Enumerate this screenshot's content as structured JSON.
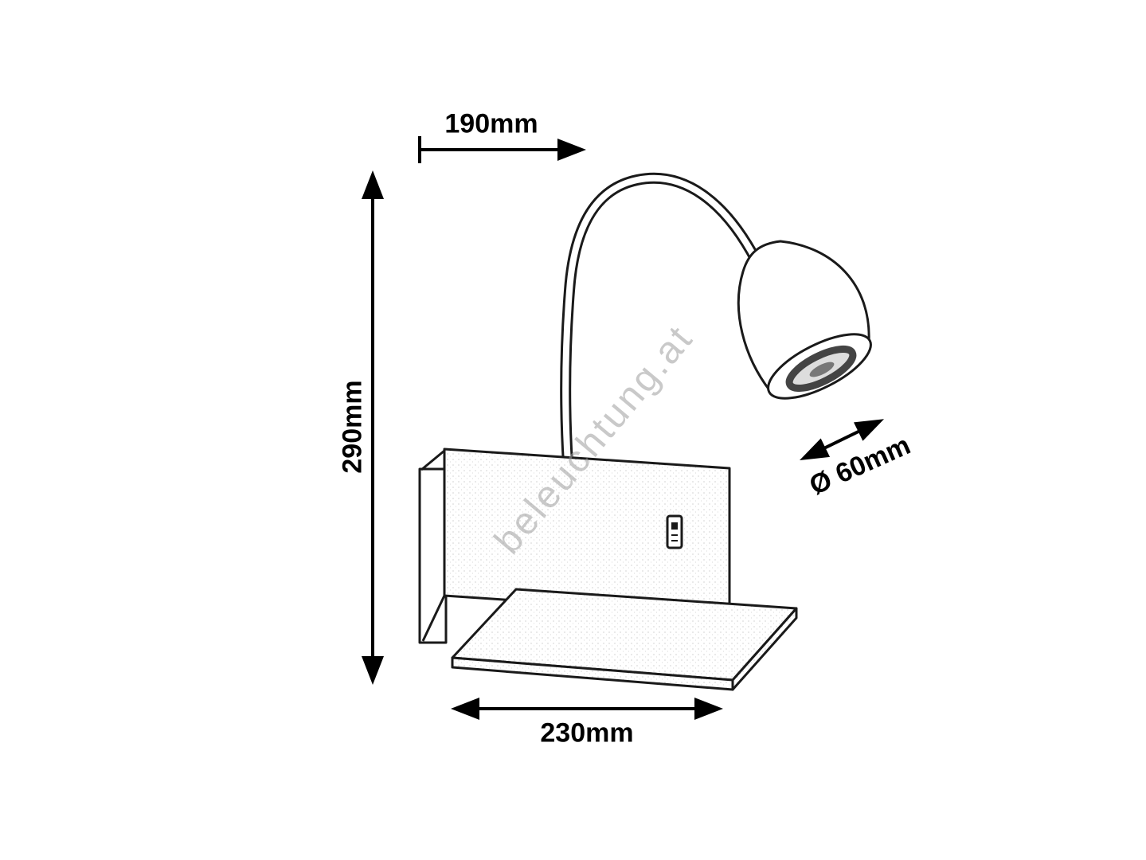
{
  "watermark": {
    "text": "beleuchtung.at"
  },
  "dimensions": {
    "top_width": "190mm",
    "left_height": "290mm",
    "bottom_width": "230mm",
    "head_diameter": "Ø 60mm"
  },
  "colors": {
    "line": "#1a1a1a",
    "watermark": "#9e9e9e",
    "background": "#ffffff"
  }
}
